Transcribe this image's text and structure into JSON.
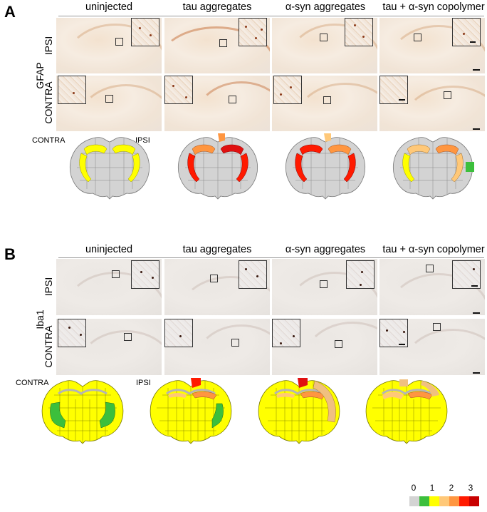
{
  "panels": [
    {
      "letter": "A",
      "stain": "GFAP",
      "columns": [
        "uninjected",
        "tau aggregates",
        "α-syn aggregates",
        "tau + α-syn copolymer"
      ],
      "rows": [
        "IPSI",
        "CONTRA"
      ],
      "map_labels": {
        "left": "CONTRA",
        "right": "IPSI"
      }
    },
    {
      "letter": "B",
      "stain": "Iba1",
      "columns": [
        "uninjected",
        "tau aggregates",
        "α-syn aggregates",
        "tau + α-syn copolymer"
      ],
      "rows": [
        "IPSI",
        "CONTRA"
      ],
      "map_labels": {
        "left": "CONTRA",
        "right": "IPSI"
      }
    }
  ],
  "legend": {
    "ticks": [
      "0",
      "1",
      "2",
      "3"
    ],
    "colors": [
      "#d3d3d3",
      "#3cbf3c",
      "#ffff00",
      "#ffc878",
      "#ff9640",
      "#ff1a00",
      "#c80000"
    ]
  },
  "heatmap_colors": {
    "gray": "#d3d3d3",
    "green": "#3cbf3c",
    "yellow": "#ffff00",
    "light_orange": "#ffc878",
    "orange": "#ff9640",
    "red": "#ff1a00",
    "dark_red": "#c80000"
  }
}
